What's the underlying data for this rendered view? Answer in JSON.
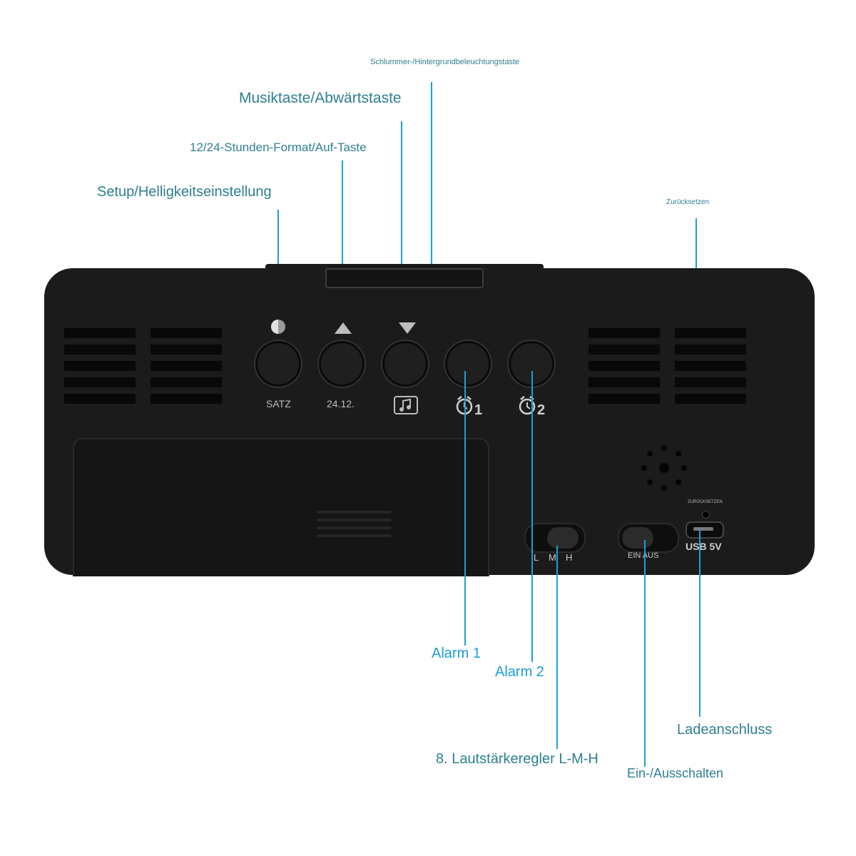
{
  "callouts": {
    "snooze": "Schlummer-/Hintergrundbeleuchtungstaste",
    "music": "Musiktaste/Abwärtstaste",
    "format": "12/24-Stunden-Format/Auf-Taste",
    "setup": "Setup/Helligkeitseinstellung",
    "reset": "Zurücksetzen",
    "alarm1": "Alarm 1",
    "alarm2": "Alarm 2",
    "charging": "Ladeanschluss",
    "volume": "8. Lautstärkeregler L-M-H",
    "power": "Ein-/Ausschalten"
  },
  "device": {
    "buttons": [
      {
        "icon": "brightness-half-circle-icon",
        "label": "SATZ"
      },
      {
        "icon": "up-triangle-icon",
        "label": "24.12."
      },
      {
        "icon": "down-triangle-icon",
        "label": ""
      },
      {
        "icon": "alarm-clock-icon",
        "label": "1"
      },
      {
        "icon": "alarm-clock-icon",
        "label": "2"
      }
    ],
    "volume_switch": {
      "L": "L",
      "M": "M",
      "H": "H"
    },
    "power_switch_label": "EIN AUS",
    "reset_small_label": "ZURÜCKSETZEN",
    "usb_label": "USB 5V"
  },
  "colors": {
    "label_teal": "#2f7f92",
    "label_blue": "#1aa0d8",
    "leader_line": "#1aa0d8",
    "device_body": "#1b1b1b"
  }
}
